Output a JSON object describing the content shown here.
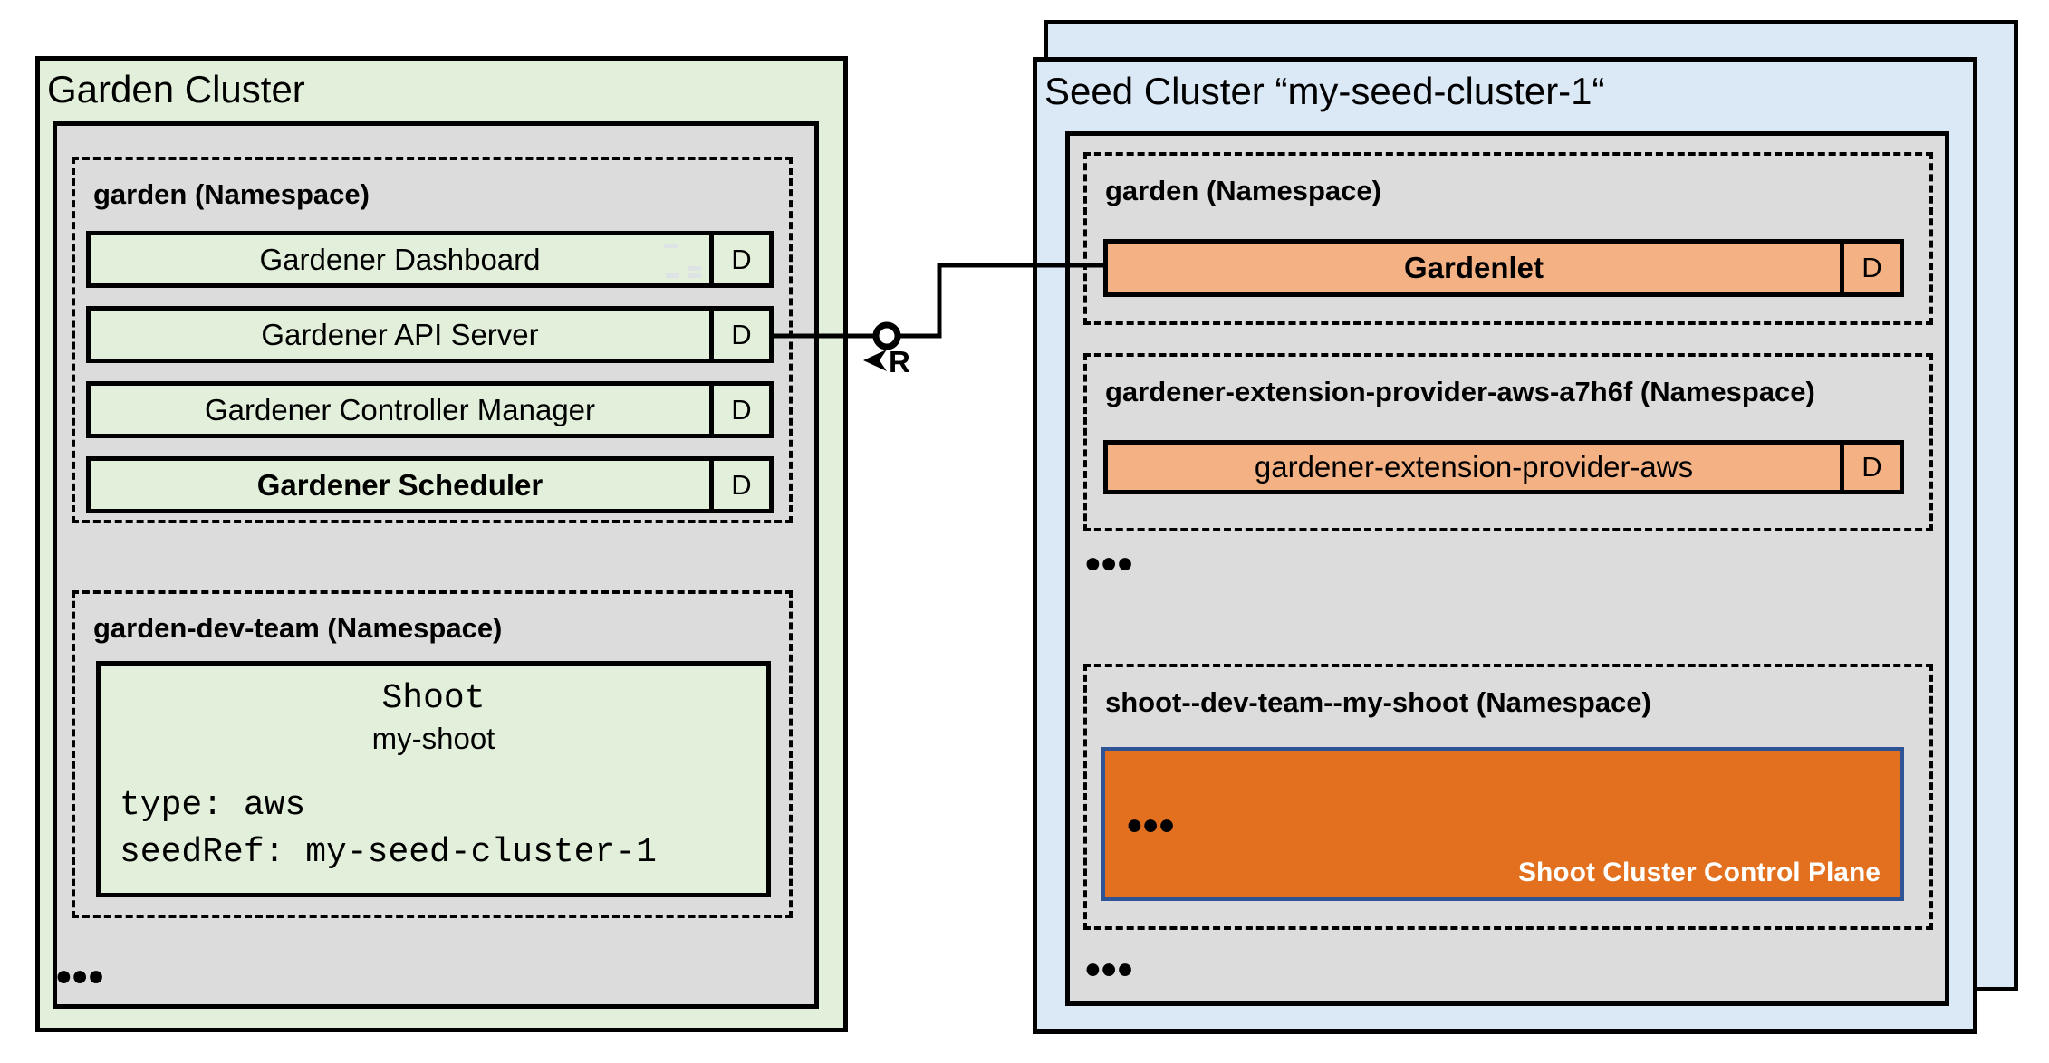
{
  "colors": {
    "cluster_green": "#e2efda",
    "cluster_blue": "#dbe8f6",
    "panel_gray": "#dcdcdc",
    "component_orange": "#f4b183",
    "control_plane_orange": "#e2701e",
    "control_plane_border": "#2f5496",
    "line_black": "#000000"
  },
  "garden_cluster": {
    "title": "Garden Cluster",
    "garden_namespace": {
      "label": "garden (Namespace)",
      "rows": [
        {
          "label": "Gardener Dashboard",
          "badge": "D"
        },
        {
          "label": "Gardener API Server",
          "badge": "D"
        },
        {
          "label": "Gardener Controller Manager",
          "badge": "D"
        },
        {
          "label": "Gardener Scheduler",
          "badge": "D"
        }
      ]
    },
    "dev_team_namespace": {
      "label": "garden-dev-team (Namespace)",
      "shoot": {
        "kind": "Shoot",
        "name": "my-shoot",
        "spec_lines": [
          "type: aws",
          "seedRef: my-seed-cluster-1"
        ]
      }
    },
    "ellipsis": "•••"
  },
  "connector": {
    "label": "R"
  },
  "seed_cluster": {
    "title": "Seed Cluster “my-seed-cluster-1“",
    "garden_namespace": {
      "label": "garden (Namespace)",
      "row": {
        "label": "Gardenlet",
        "badge": "D"
      }
    },
    "extension_namespace": {
      "label": "gardener-extension-provider-aws-a7h6f (Namespace)",
      "row": {
        "label": "gardener-extension-provider-aws",
        "badge": "D"
      }
    },
    "ellipsis_mid": "•••",
    "shoot_namespace": {
      "label": "shoot--dev-team--my-shoot (Namespace)",
      "control_plane": {
        "ellipsis": "•••",
        "label": "Shoot Cluster Control Plane"
      }
    },
    "ellipsis_bottom": "•••"
  }
}
